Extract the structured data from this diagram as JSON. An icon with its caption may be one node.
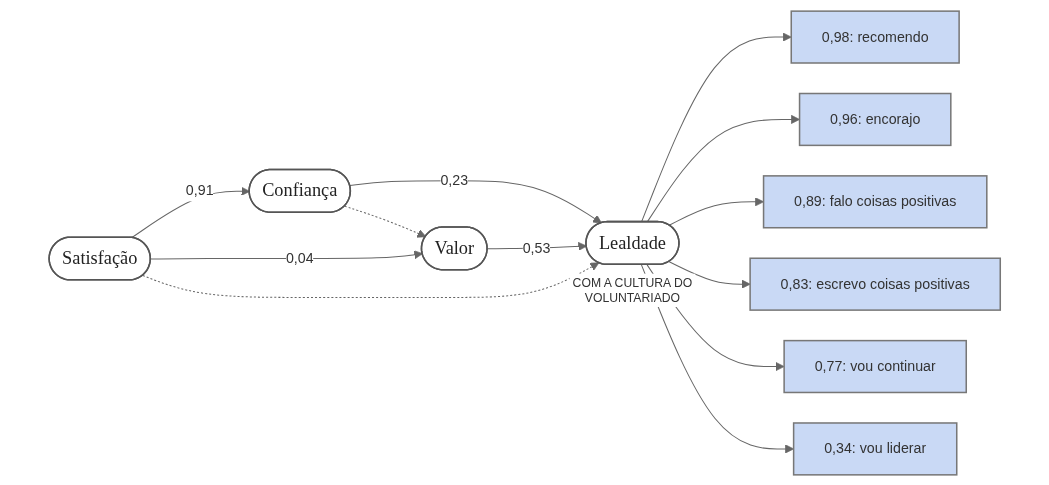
{
  "diagram": {
    "nodes": [
      {
        "text": [
          "Satisfação"
        ]
      },
      {
        "text": [
          "Confiança"
        ]
      },
      {
        "text": [
          "Valor"
        ]
      },
      {
        "text": [
          "Lealdade"
        ],
        "beside": [
          "COM A CULTURA DO VOLUNTARIADO"
        ]
      },
      {
        "text": [
          "0,98: recomendo"
        ]
      },
      {
        "text": [
          "0,96: encorajo"
        ]
      },
      {
        "text": [
          "0,89: falo coisas positivas"
        ]
      },
      {
        "text": [
          "0,83: escrevo coisas positivas"
        ]
      },
      {
        "text": [
          "0,77: vou continuar"
        ]
      },
      {
        "text": [
          "0,34: vou liderar"
        ]
      }
    ],
    "edges": [
      {
        "from": 0,
        "to": 1,
        "arrow": "to",
        "label": "0,91"
      },
      {
        "from": 0,
        "to": 2,
        "arrow": "to",
        "label": "0,04"
      },
      {
        "from": 0,
        "to": 3,
        "arrow": "to",
        "style": "dashed"
      },
      {
        "from": 1,
        "to": 3,
        "arrow": "to",
        "label": "0,23"
      },
      {
        "from": 1,
        "to": 2,
        "arrow": "to",
        "style": "dashed"
      },
      {
        "from": 2,
        "to": 3,
        "arrow": "to",
        "label": "0,53"
      },
      {
        "from": 3,
        "to": 4,
        "arrow": "to"
      },
      {
        "from": 3,
        "to": 5,
        "arrow": "to"
      },
      {
        "from": 3,
        "to": 6,
        "arrow": "to"
      },
      {
        "from": 3,
        "to": 7,
        "arrow": "to"
      },
      {
        "from": 3,
        "to": 8,
        "arrow": "to"
      },
      {
        "from": 3,
        "to": 9,
        "arrow": "to"
      }
    ]
  }
}
